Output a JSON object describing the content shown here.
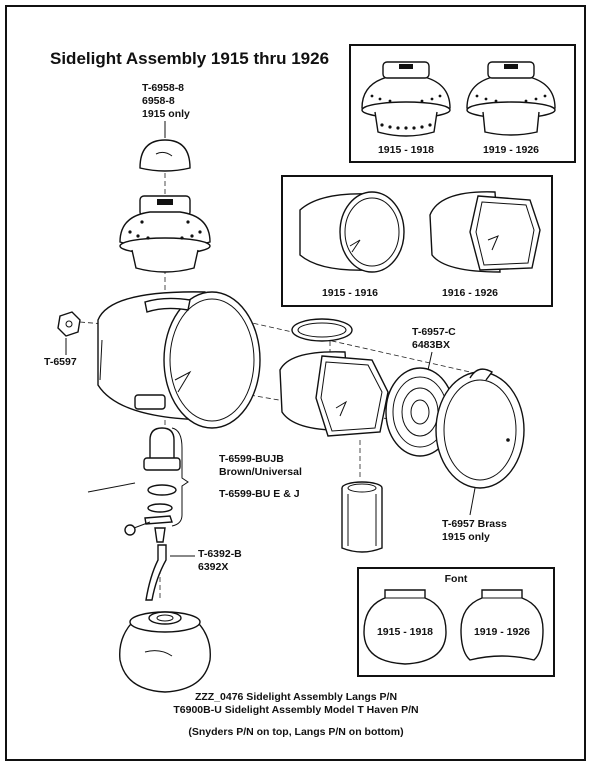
{
  "title": "Sidelight Assembly 1915 thru 1926",
  "labels": {
    "t6958": [
      "T-6958-8",
      "6958-8",
      "1915 only"
    ],
    "t6597": "T-6597",
    "t6957c": [
      "T-6957-C",
      "6483BX"
    ],
    "t6599": [
      "T-6599-BUJB",
      "Brown/Universal",
      "T-6599-BU E & J"
    ],
    "t6392": [
      "T-6392-B",
      "6392X"
    ],
    "t6957": [
      "T-6957 Brass",
      "1915 only"
    ]
  },
  "inset_top": {
    "left": "1915 - 1918",
    "right": "1919 - 1926"
  },
  "inset_mid": {
    "left": "1915 - 1916",
    "right": "1916 - 1926"
  },
  "inset_font": {
    "title": "Font",
    "left": "1915 - 1918",
    "right": "1919 - 1926"
  },
  "footer": [
    "ZZZ_0476 Sidelight Assembly  Langs P/N",
    "T6900B-U Sidelight Assembly Model T Haven P/N",
    "(Snyders P/N on top, Langs P/N on bottom)"
  ],
  "colors": {
    "ink": "#111111",
    "paper": "#ffffff"
  }
}
